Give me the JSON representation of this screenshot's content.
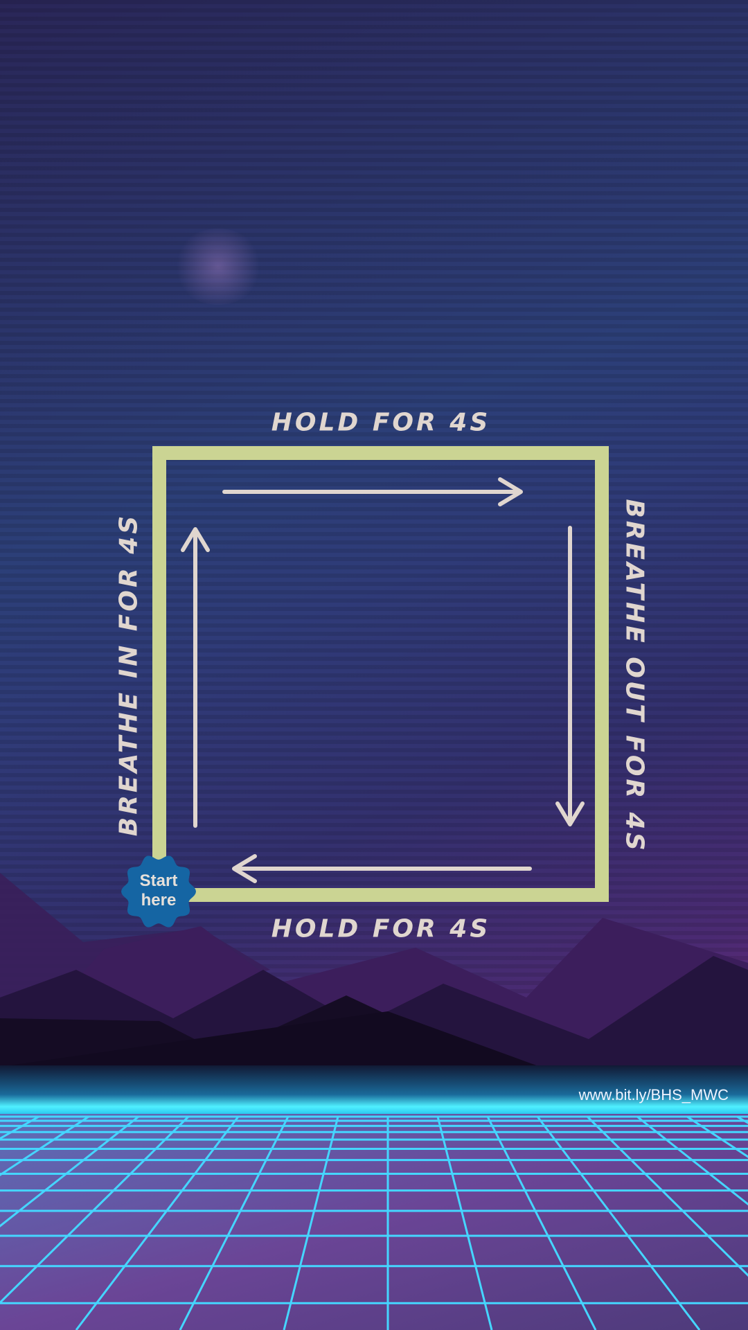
{
  "labels": {
    "top": "HOLD FOR 4S",
    "right": "BREATHE OUT FOR 4S",
    "bottom": "HOLD FOR 4S",
    "left": "BREATHE IN FOR 4S"
  },
  "badge": {
    "line1": "Start",
    "line2": "here"
  },
  "footer": {
    "url": "www.bit.ly/BHS_MWC"
  },
  "colors": {
    "square": "#cbd493",
    "arrow": "#e0d6cf",
    "badge": "#1565a3",
    "grid": "#3fd4ff"
  }
}
